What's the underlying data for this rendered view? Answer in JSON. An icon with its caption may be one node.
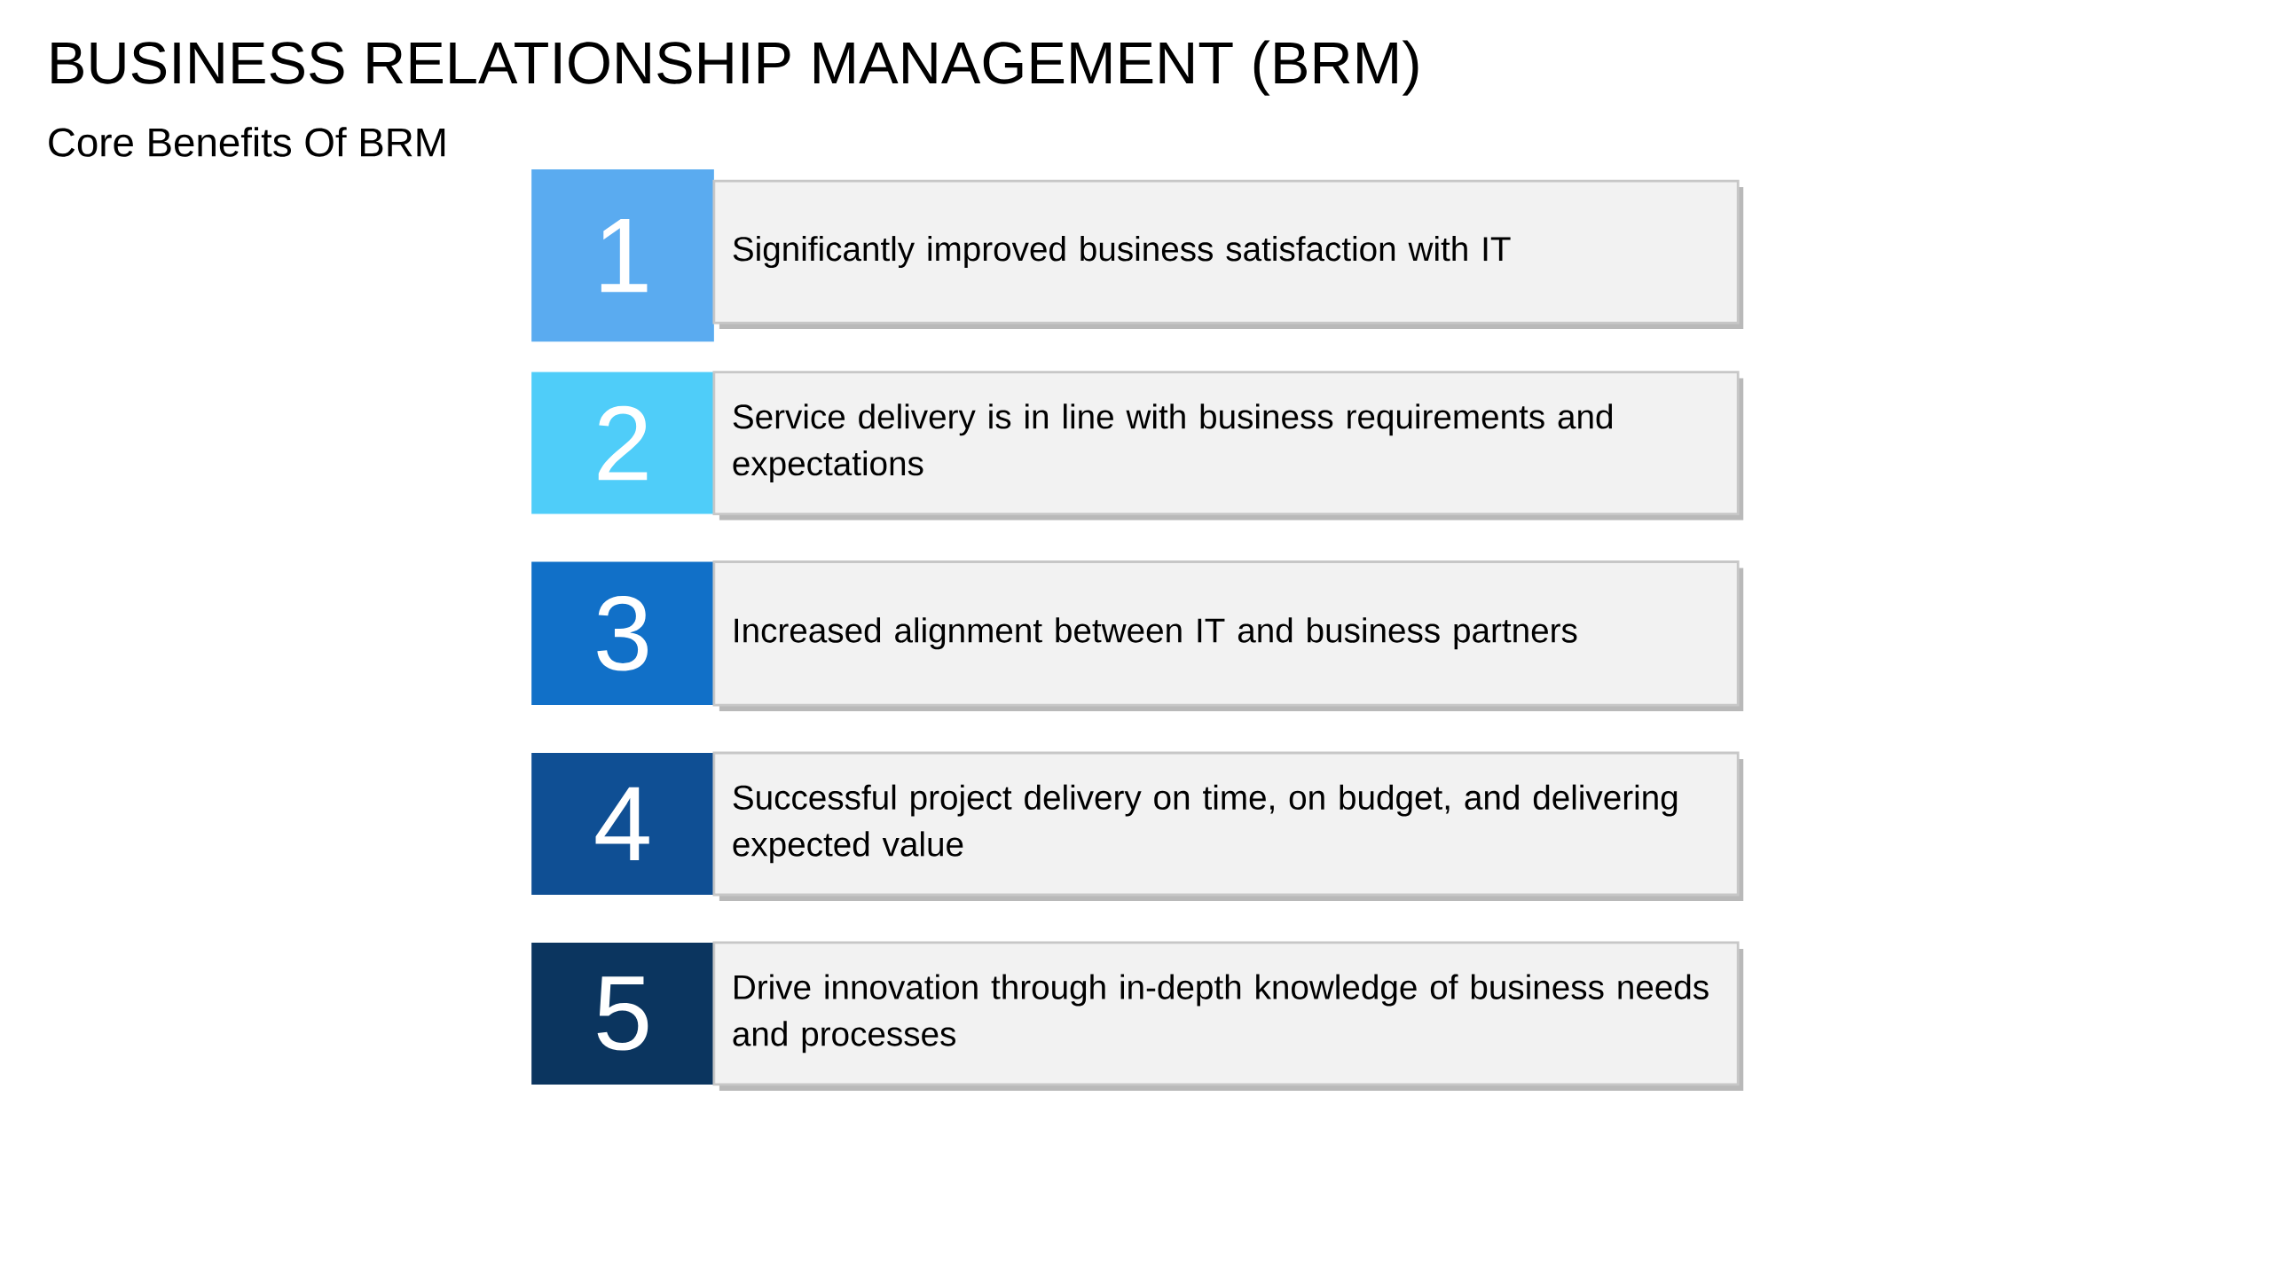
{
  "diagram": {
    "title": "BUSINESS RELATIONSHIP MANAGEMENT (BRM)",
    "nodes": [
      {
        "text": [
          "1"
        ]
      },
      {
        "text": [
          "Significantly improved business satisfaction with IT"
        ]
      },
      {
        "text": [
          "2"
        ]
      },
      {
        "text": [
          "Service delivery is in line with business requirements and expectations"
        ]
      },
      {
        "text": [
          "3"
        ]
      },
      {
        "text": [
          "Increased alignment between IT and business partners"
        ]
      },
      {
        "text": [
          "4"
        ]
      },
      {
        "text": [
          "Successful project delivery on time, on budget, and delivering expected value"
        ]
      },
      {
        "text": [
          "5"
        ]
      },
      {
        "text": [
          "Drive innovation through in-depth knowledge of business needs and processes"
        ]
      }
    ],
    "edges": [],
    "labels": [
      "Core Benefits Of BRM"
    ]
  }
}
